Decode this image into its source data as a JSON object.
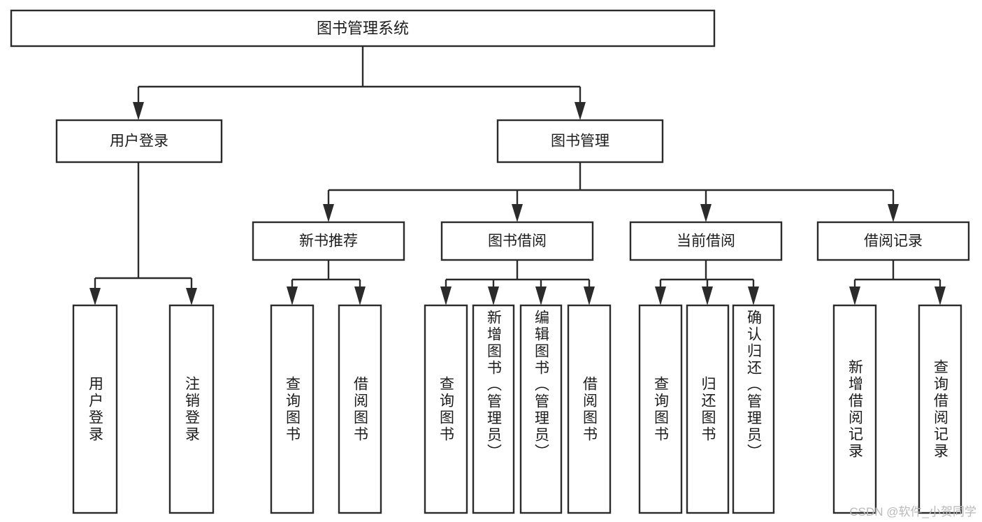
{
  "diagram": {
    "type": "hierarchy-tree",
    "title": "图书管理系统",
    "root": {
      "id": "root",
      "label": "图书管理系统",
      "orientation": "horizontal"
    },
    "level2": [
      {
        "id": "user-login",
        "label": "用户登录",
        "orientation": "horizontal"
      },
      {
        "id": "book-management",
        "label": "图书管理",
        "orientation": "horizontal"
      }
    ],
    "level3": [
      {
        "id": "new-book-recommend",
        "label": "新书推荐",
        "parent": "book-management",
        "orientation": "horizontal"
      },
      {
        "id": "book-borrow",
        "label": "图书借阅",
        "parent": "book-management",
        "orientation": "horizontal"
      },
      {
        "id": "current-borrow",
        "label": "当前借阅",
        "parent": "book-management",
        "orientation": "horizontal"
      },
      {
        "id": "borrow-record",
        "label": "借阅记录",
        "parent": "book-management",
        "orientation": "horizontal"
      }
    ],
    "leaves": [
      {
        "id": "leaf-user-login",
        "label": "用户登录",
        "parent": "user-login",
        "orientation": "vertical"
      },
      {
        "id": "leaf-user-logout",
        "label": "注销登录",
        "parent": "user-login",
        "orientation": "vertical"
      },
      {
        "id": "leaf-query-book-1",
        "label": "查询图书",
        "parent": "new-book-recommend",
        "orientation": "vertical"
      },
      {
        "id": "leaf-borrow-book-1",
        "label": "借阅图书",
        "parent": "new-book-recommend",
        "orientation": "vertical"
      },
      {
        "id": "leaf-query-book-2",
        "label": "查询图书",
        "parent": "book-borrow",
        "orientation": "vertical"
      },
      {
        "id": "leaf-add-book",
        "label": "新增图书（管理员）",
        "parent": "book-borrow",
        "orientation": "vertical"
      },
      {
        "id": "leaf-edit-book",
        "label": "编辑图书（管理员）",
        "parent": "book-borrow",
        "orientation": "vertical"
      },
      {
        "id": "leaf-borrow-book-2",
        "label": "借阅图书",
        "parent": "book-borrow",
        "orientation": "vertical"
      },
      {
        "id": "leaf-query-book-3",
        "label": "查询图书",
        "parent": "current-borrow",
        "orientation": "vertical"
      },
      {
        "id": "leaf-return-book",
        "label": "归还图书",
        "parent": "current-borrow",
        "orientation": "vertical"
      },
      {
        "id": "leaf-confirm-return",
        "label": "确认归还（管理员）",
        "parent": "current-borrow",
        "orientation": "vertical"
      },
      {
        "id": "leaf-add-record",
        "label": "新增借阅记录",
        "parent": "borrow-record",
        "orientation": "vertical"
      },
      {
        "id": "leaf-query-record",
        "label": "查询借阅记录",
        "parent": "borrow-record",
        "orientation": "vertical"
      }
    ],
    "colors": {
      "stroke": "#2b2b2b",
      "fill": "#ffffff",
      "text": "#1c1c1c",
      "watermark": "#b9b9b9"
    }
  },
  "watermark": {
    "text": "CSDN @软件_小贺同学"
  }
}
